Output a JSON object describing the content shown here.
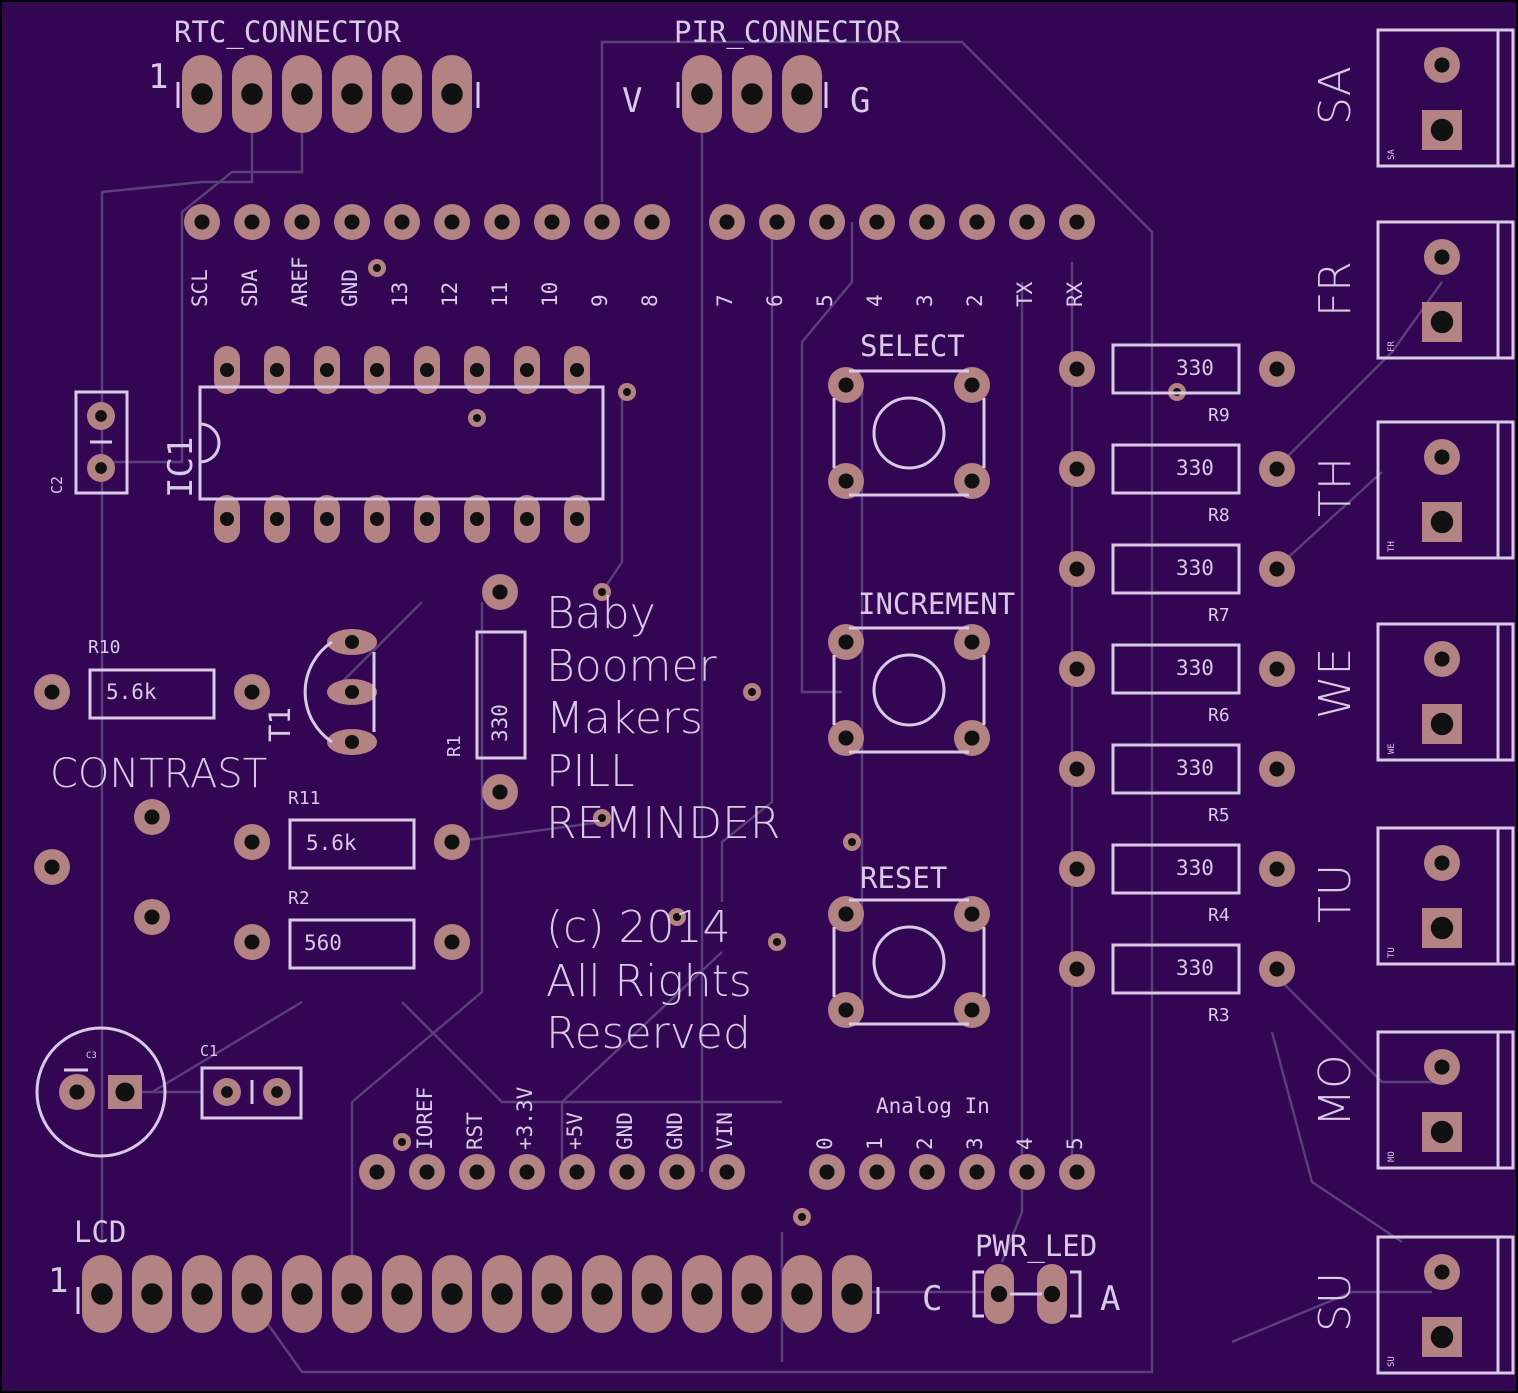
{
  "board": {
    "bg_color": "#330653",
    "silk_color": "#d9c9e6",
    "pad_color": "#b28382"
  },
  "headers": {
    "rtc": "RTC_CONNECTOR",
    "rtc_pin1": "1",
    "pir": "PIR_CONNECTOR",
    "pir_v": "V",
    "pir_g": "G",
    "lcd": "LCD",
    "lcd_pin1": "1",
    "pwr_led": "PWR_LED",
    "pwr_c": "C",
    "pwr_a": "A",
    "analog": "Analog In",
    "contrast": "CONTRAST"
  },
  "top_pins": [
    "SCL",
    "SDA",
    "AREF",
    "GND",
    "13",
    "12",
    "11",
    "10",
    "9",
    "8",
    "7",
    "6",
    "5",
    "4",
    "3",
    "2",
    "TX",
    "RX"
  ],
  "power_pins": [
    "IOREF",
    "RST",
    "+3.3V",
    "+5V",
    "GND",
    "GND",
    "VIN"
  ],
  "analog_pins": [
    "0",
    "1",
    "2",
    "3",
    "4",
    "5"
  ],
  "buttons": {
    "select": "SELECT",
    "increment": "INCREMENT",
    "reset": "RESET"
  },
  "components": {
    "ic1": "IC1",
    "c1": "C1",
    "c2": "C2",
    "c3": "C3",
    "t1": "T1",
    "r1": "R1",
    "r1_value": "330",
    "r2": "R2",
    "r2_value": "560",
    "r10": "R10",
    "r10_value": "5.6k",
    "r11": "R11",
    "r11_value": "5.6k"
  },
  "resistors": [
    {
      "name": "R9",
      "value": "330"
    },
    {
      "name": "R8",
      "value": "330"
    },
    {
      "name": "R7",
      "value": "330"
    },
    {
      "name": "R6",
      "value": "330"
    },
    {
      "name": "R5",
      "value": "330"
    },
    {
      "name": "R4",
      "value": "330"
    },
    {
      "name": "R3",
      "value": "330"
    }
  ],
  "days": [
    {
      "label": "SA",
      "small": "SA"
    },
    {
      "label": "FR",
      "small": "FR"
    },
    {
      "label": "TH",
      "small": "TH"
    },
    {
      "label": "WE",
      "small": "WE"
    },
    {
      "label": "TU",
      "small": "TU"
    },
    {
      "label": "MO",
      "small": "MO"
    },
    {
      "label": "SU",
      "small": "SU"
    }
  ],
  "title": {
    "line1": "Baby",
    "line2": "Boomer",
    "line3": "Makers",
    "line4": "PILL",
    "line5": "REMINDER",
    "line6": "(c) 2014",
    "line7": "All Rights",
    "line8": "Reserved"
  }
}
